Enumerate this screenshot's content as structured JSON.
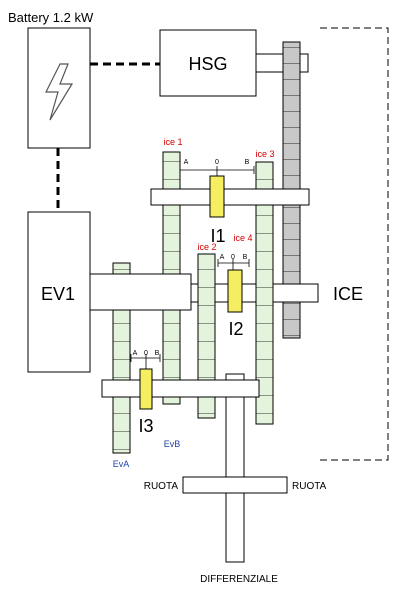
{
  "battery": {
    "label": "Battery 1.2 kW"
  },
  "machines": {
    "hsg": "HSG",
    "ev1": "EV1",
    "ice": "ICE"
  },
  "gears": {
    "ice1": "ice 1",
    "ice2": "ice 2",
    "ice3": "ice 3",
    "ice4": "ice 4",
    "eva": "EvA",
    "evb": "EvB"
  },
  "synchronizers": {
    "i1": {
      "name": "I1",
      "a": "A",
      "zero": "0",
      "b": "B"
    },
    "i2": {
      "name": "I2",
      "a": "A",
      "zero": "0",
      "b": "B"
    },
    "i3": {
      "name": "I3",
      "a": "A",
      "zero": "0",
      "b": "B"
    }
  },
  "wheels": {
    "left": "RUOTA",
    "right": "RUOTA"
  },
  "differential": {
    "label": "DIFFERENZIALE"
  },
  "colors": {
    "gear_fill": "#e4f3dc",
    "synchronizer_fill": "#f4ee60",
    "ice_label": "#d40000",
    "ev_label": "#1e3fa8",
    "shaft_fill": "#c8c8c8"
  },
  "icons": {
    "battery": "lightning-icon"
  }
}
